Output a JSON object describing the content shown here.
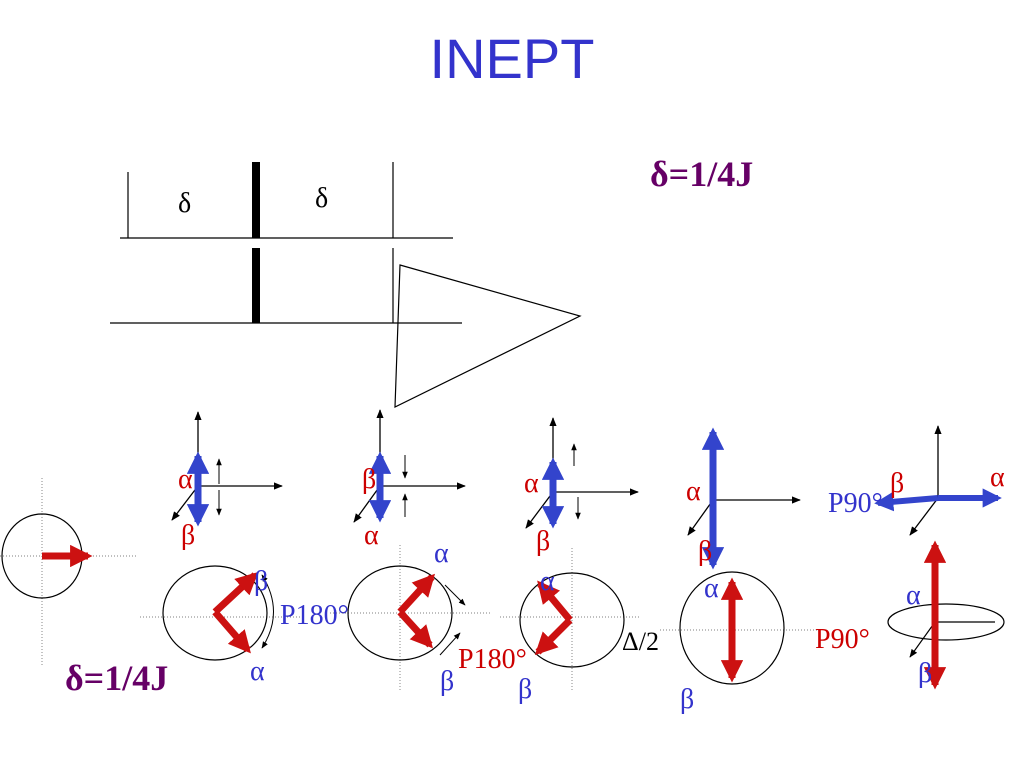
{
  "title": "INEPT",
  "delta_eq": "δ=1/4J",
  "pulse_seq": {
    "delta_left": "δ",
    "delta_right": "δ"
  },
  "colors": {
    "title": "#3333cc",
    "purple": "#660066",
    "blue": "#3333cc",
    "red": "#cc0000",
    "blue_vec": "#3344cc",
    "red_vec": "#cc1111"
  },
  "panels": {
    "p1": {
      "alpha": "α",
      "beta": "β"
    },
    "p2": {
      "beta": "β",
      "alpha": "α"
    },
    "p3": {
      "alpha": "α",
      "beta": "β"
    },
    "p4": {
      "alpha": "α",
      "beta": "β"
    },
    "p5": {
      "pulse": "P90°",
      "beta": "β",
      "alpha": "α"
    }
  },
  "circles": {
    "c2": {
      "beta": "β",
      "pulse": "P180°",
      "alpha": "α"
    },
    "c3": {
      "alpha": "α",
      "beta": "β"
    },
    "c4": {
      "alpha": "α",
      "pulse": "P180°",
      "beta": "β"
    },
    "c5": {
      "alpha": "α",
      "delta_half": "Δ/2",
      "beta": "β"
    },
    "c6": {
      "pulse": "P90°",
      "alpha": "α",
      "beta": "β"
    }
  }
}
